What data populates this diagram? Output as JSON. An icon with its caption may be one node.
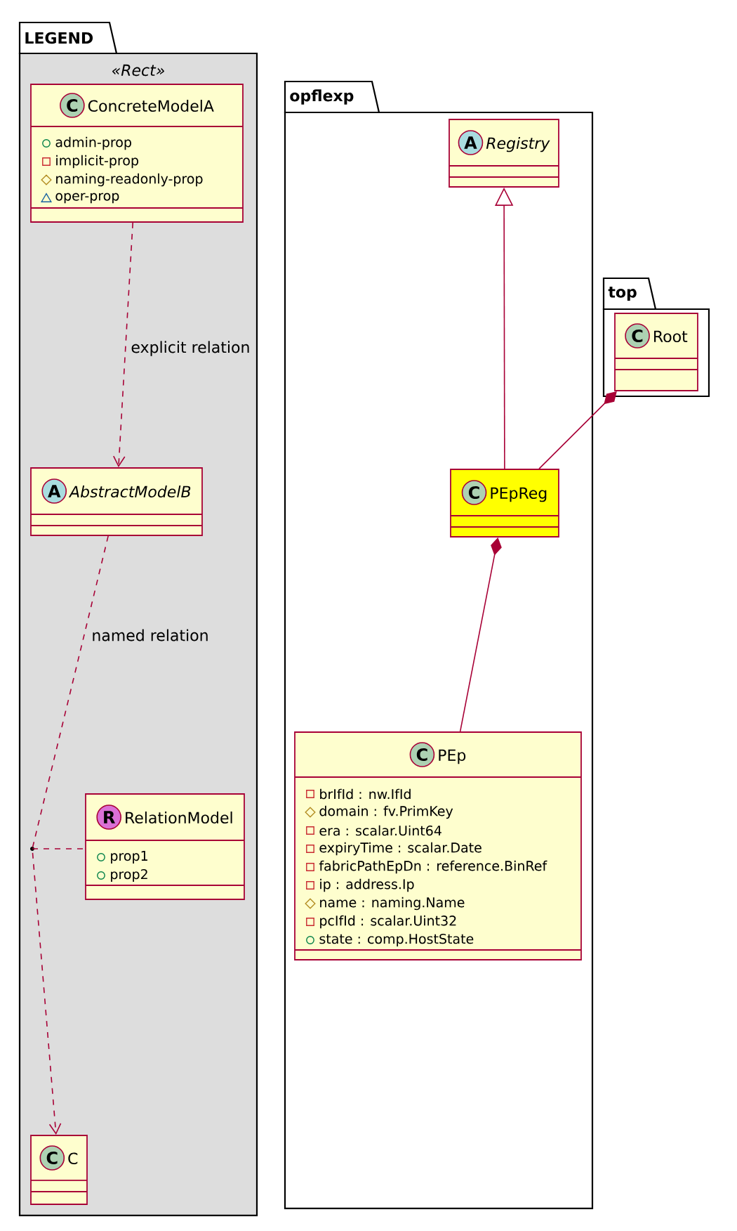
{
  "diagram": {
    "nodes": [
      {
        "text": [
          "LEGEND",
          "«Rect»"
        ]
      },
      {
        "text": [
          "C",
          "ConcreteModelA",
          "admin-prop",
          "implicit-prop",
          "naming-readonly-prop",
          "oper-prop"
        ],
        "in": 0
      },
      {
        "text": [
          "A",
          "AbstractModelB"
        ],
        "in": 0
      },
      {
        "text": [
          "R",
          "RelationModel",
          "prop1",
          "prop2"
        ],
        "in": 0
      },
      {
        "text": [
          "C",
          "C"
        ],
        "in": 0
      },
      {
        "text": [],
        "shape": "dot",
        "in": 0
      },
      {
        "text": [
          "opflexp"
        ]
      },
      {
        "text": [
          "A",
          "Registry"
        ],
        "in": 6
      },
      {
        "text": [
          "C",
          "PEpReg"
        ],
        "in": 6
      },
      {
        "text": [
          "C",
          "PEp",
          "brIfId : nw.IfId",
          "domain : fv.PrimKey",
          "era : scalar.Uint64",
          "expiryTime : scalar.Date",
          "fabricPathEpDn : reference.BinRef",
          "ip : address.Ip",
          "name : naming.Name",
          "pcIfId : scalar.Uint32",
          "state : comp.HostState"
        ],
        "in": 6
      },
      {
        "text": [
          "top"
        ]
      },
      {
        "text": [
          "C",
          "Root"
        ],
        "in": 10
      }
    ],
    "edges": [
      {
        "from": 1,
        "to": 2,
        "arrow": "to",
        "style": "dashed",
        "label": "explicit relation"
      },
      {
        "from": 2,
        "to": 4,
        "arrow": "to",
        "style": "dashed",
        "label": "named relation"
      },
      {
        "from": 5,
        "to": 3,
        "arrow": "none",
        "style": "dashed"
      },
      {
        "from": 8,
        "to": 7,
        "arrow": "to"
      },
      {
        "from": 11,
        "to": 8,
        "arrow": "other"
      },
      {
        "from": 8,
        "to": 9,
        "arrow": "other"
      }
    ]
  }
}
